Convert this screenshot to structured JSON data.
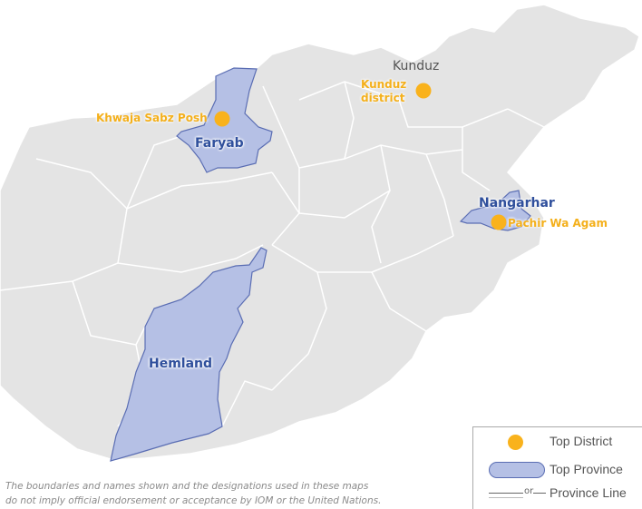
{
  "map": {
    "land_color": "#e4e4e4",
    "border_color": "#ffffff",
    "highlight_color": "#b5c0e5",
    "highlight_border": "#5a6db3",
    "district_color": "#f9b21c"
  },
  "provinces": [
    {
      "label": "Faryab"
    },
    {
      "label": "Nangarhar"
    },
    {
      "label": "Hemland"
    }
  ],
  "cities": [
    {
      "label": "Kunduz"
    }
  ],
  "districts": [
    {
      "label": "Khwaja Sabz Posh"
    },
    {
      "label_line1": "Kunduz",
      "label_line2": "district"
    },
    {
      "label": "Pachir Wa Agam"
    }
  ],
  "legend": {
    "top_district": "Top District",
    "top_province": "Top Province",
    "or_text": "or",
    "province_line": "Province Line"
  },
  "disclaimer": {
    "line1": "The boundaries and names shown and the designations used in these maps",
    "line2": "do not imply official endorsement or acceptance by IOM or the United Nations."
  }
}
